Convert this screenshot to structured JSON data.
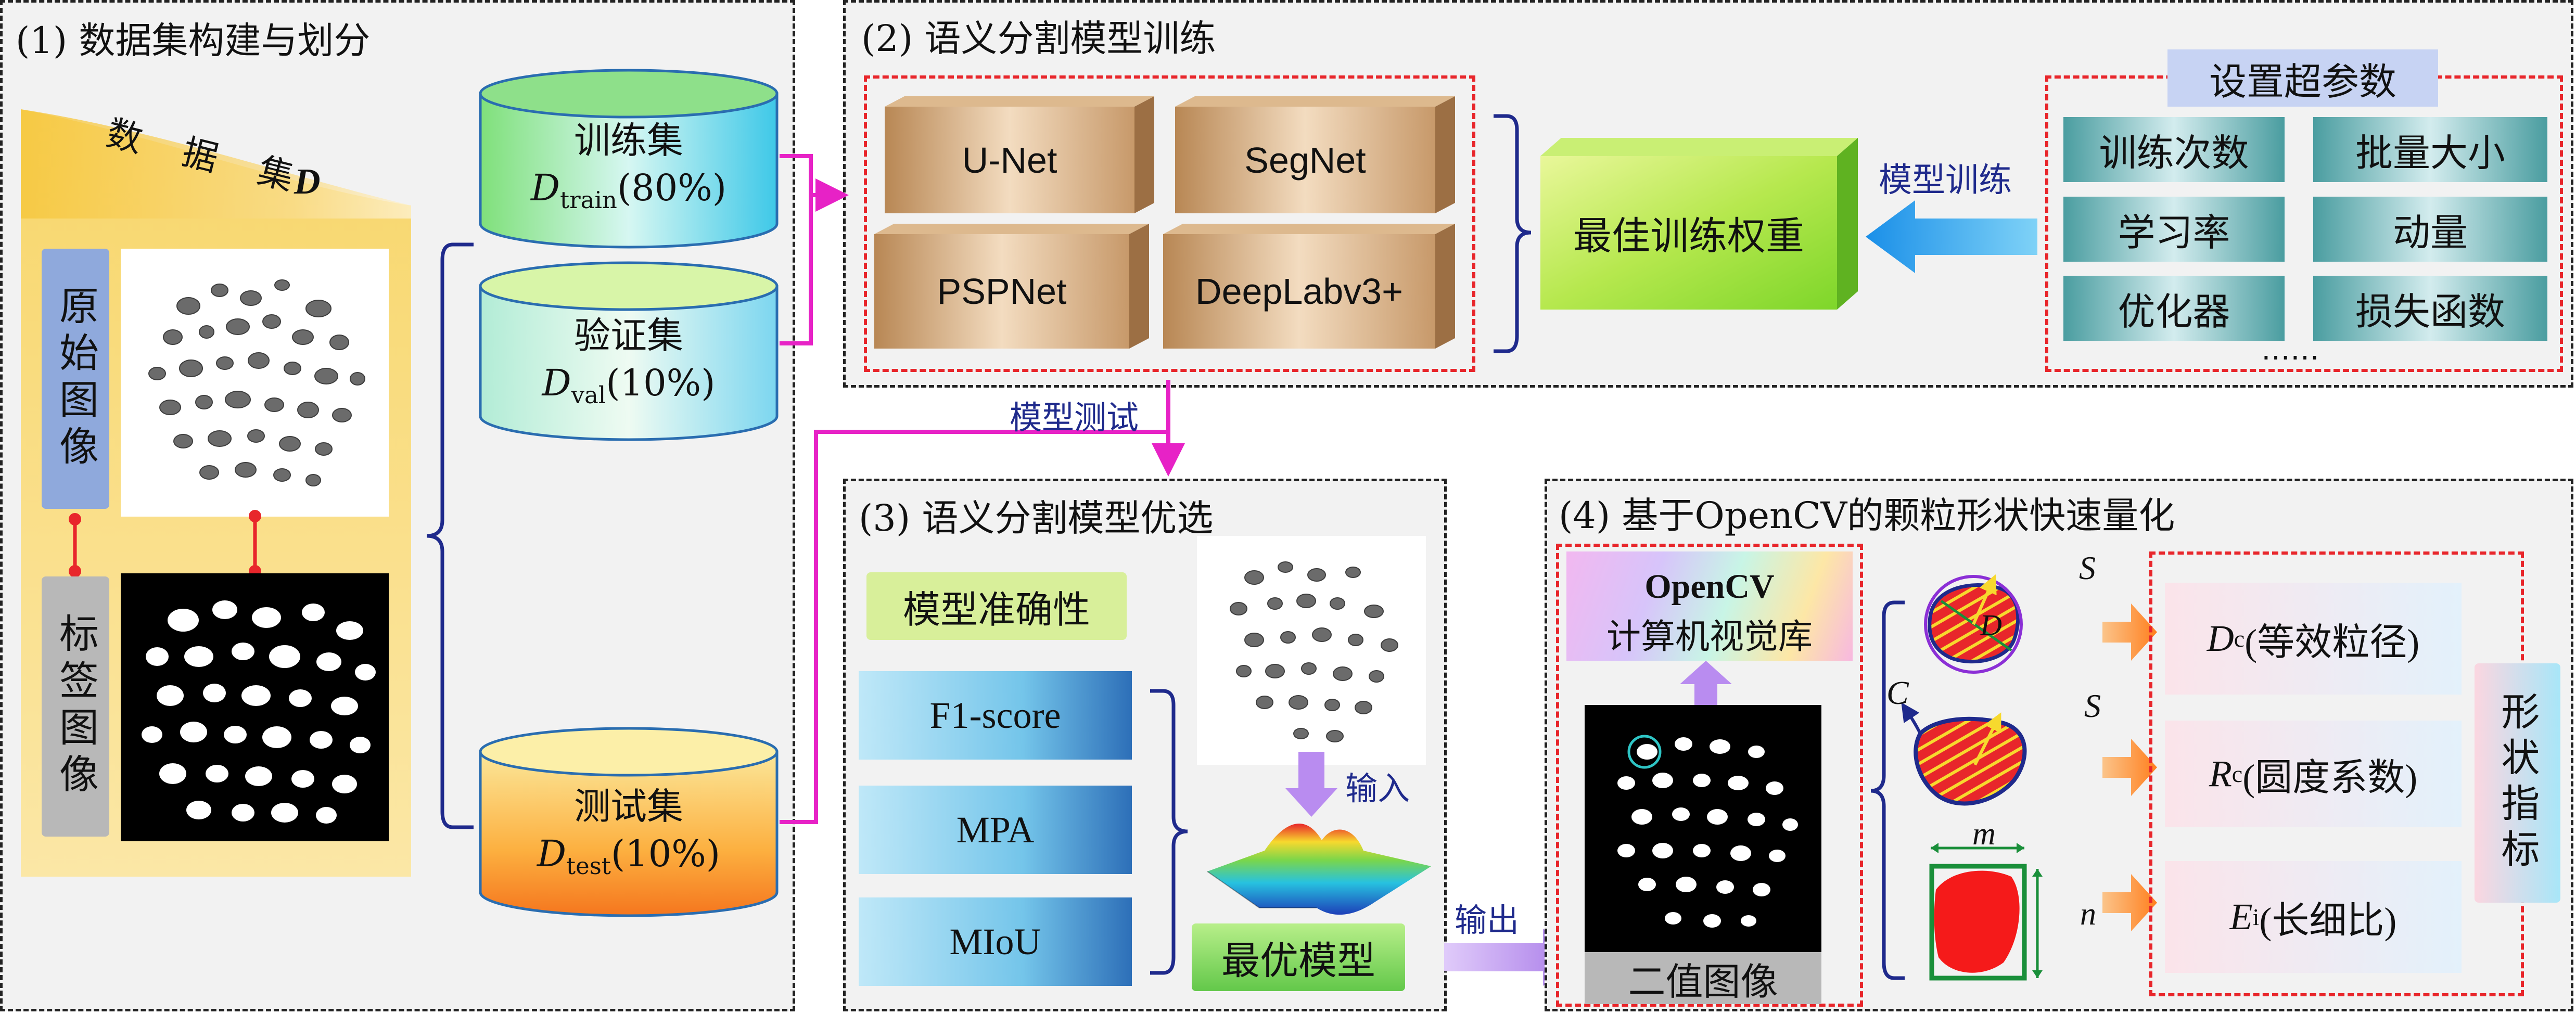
{
  "panel1": {
    "title": "(1) 数据集构建与划分",
    "dataset_label": "数 据 集",
    "dataset_symbol": "D",
    "original_label": "原始图像",
    "label_image_label": "标签图像",
    "train": {
      "name": "训练集",
      "symbol": "D",
      "sub": "train",
      "pct": "(80%)"
    },
    "val": {
      "name": "验证集",
      "symbol": "D",
      "sub": "val",
      "pct": "(10%)"
    },
    "test": {
      "name": "测试集",
      "symbol": "D",
      "sub": "test",
      "pct": "(10%)"
    }
  },
  "panel2": {
    "title": "(2) 语义分割模型训练",
    "models": [
      "U-Net",
      "SegNet",
      "PSPNet",
      "DeepLabv3+"
    ],
    "best_weights": "最佳训练权重",
    "train_arrow_label": "模型训练",
    "hyper_title": "设置超参数",
    "hyperparams": [
      "训练次数",
      "批量大小",
      "学习率",
      "动量",
      "优化器",
      "损失函数"
    ],
    "ellipsis": "……"
  },
  "test_arrow_label": "模型测试",
  "panel3": {
    "title": "(3) 语义分割模型优选",
    "accuracy_title": "模型准确性",
    "metrics": [
      "F1-score",
      "MPA",
      "MIoU"
    ],
    "input_label": "输入",
    "best_model": "最优模型",
    "output_label": "输出"
  },
  "panel4": {
    "title": "(4) 基于OpenCV的颗粒形状快速量化",
    "opencv_title": "OpenCV",
    "opencv_sub": "计算机视觉库",
    "binary_label": "二值图像",
    "shape_items": [
      {
        "symbol": "D",
        "sub": "c",
        "text": "(等效粒径)"
      },
      {
        "symbol": "R",
        "sub": "c",
        "text": "(圆度系数)"
      },
      {
        "symbol": "E",
        "sub": "i",
        "text": "(长细比)"
      }
    ],
    "shape_index": "形状指标",
    "var_S": "S",
    "var_D": "D",
    "var_C": "C",
    "var_m": "m",
    "var_n": "n"
  },
  "colors": {
    "red_dash": "#e8262b",
    "magenta_arrow": "#e722c6",
    "navy_brace": "#1f2a8c",
    "purple_arrow": "#b98cf0",
    "orange_arrow": "#ff7f1e",
    "blue_arrow": "#1a8fe8"
  }
}
